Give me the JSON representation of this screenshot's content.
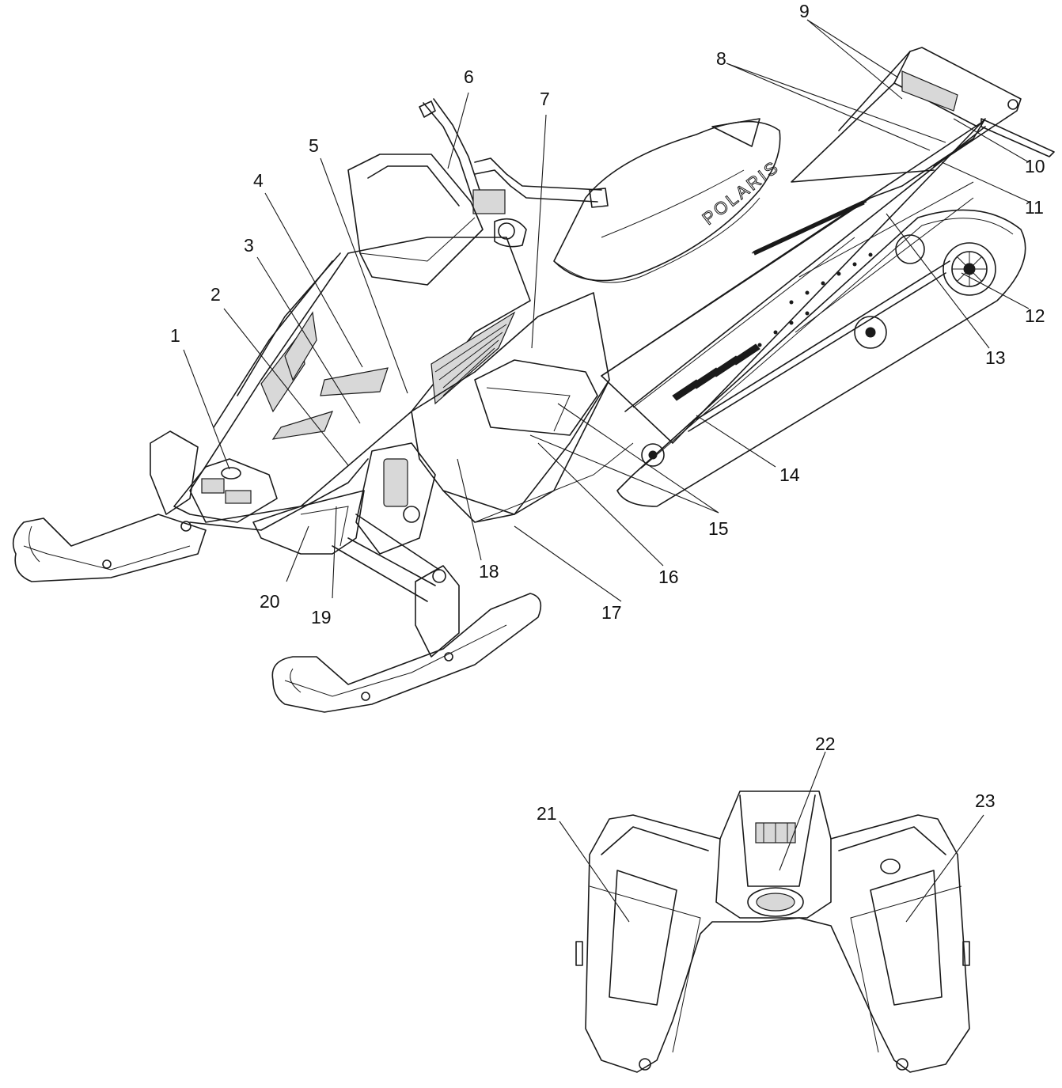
{
  "brand_text": "POLARIS",
  "callouts": [
    "1",
    "2",
    "3",
    "4",
    "5",
    "6",
    "7",
    "8",
    "9",
    "10",
    "11",
    "12",
    "13",
    "14",
    "15",
    "16",
    "17",
    "18",
    "19",
    "20",
    "21",
    "22",
    "23"
  ]
}
